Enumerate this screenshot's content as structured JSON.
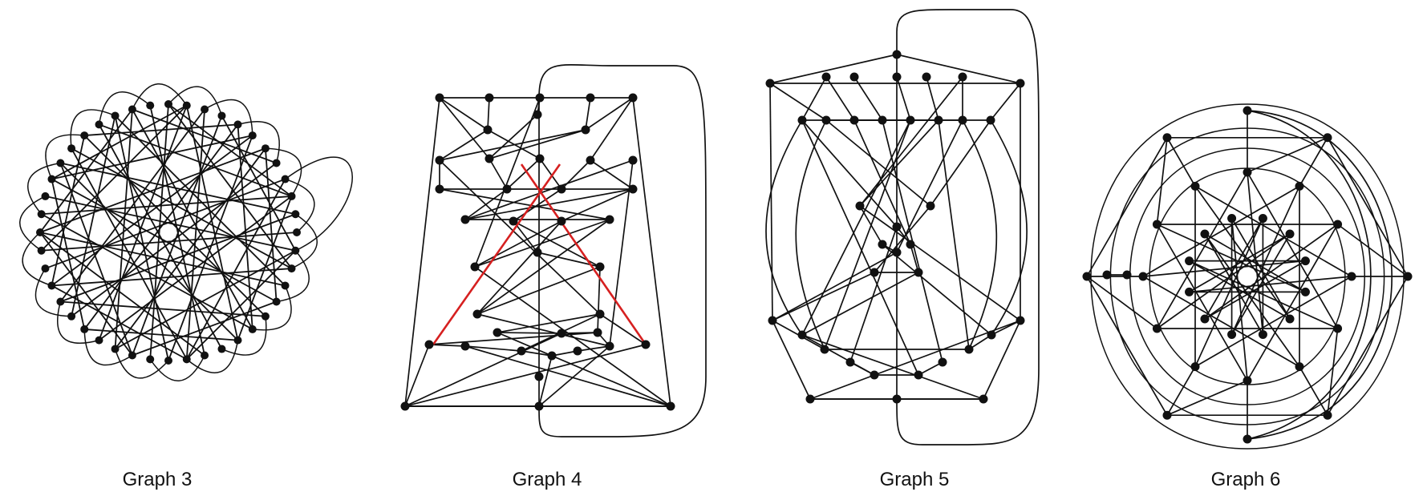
{
  "graphs": [
    {
      "caption": "Graph 3"
    },
    {
      "caption": "Graph 4"
    },
    {
      "caption": "Graph 5"
    },
    {
      "caption": "Graph 6"
    }
  ],
  "colors": {
    "edge": "#111111",
    "node": "#111111",
    "highlight": "#d62020"
  }
}
